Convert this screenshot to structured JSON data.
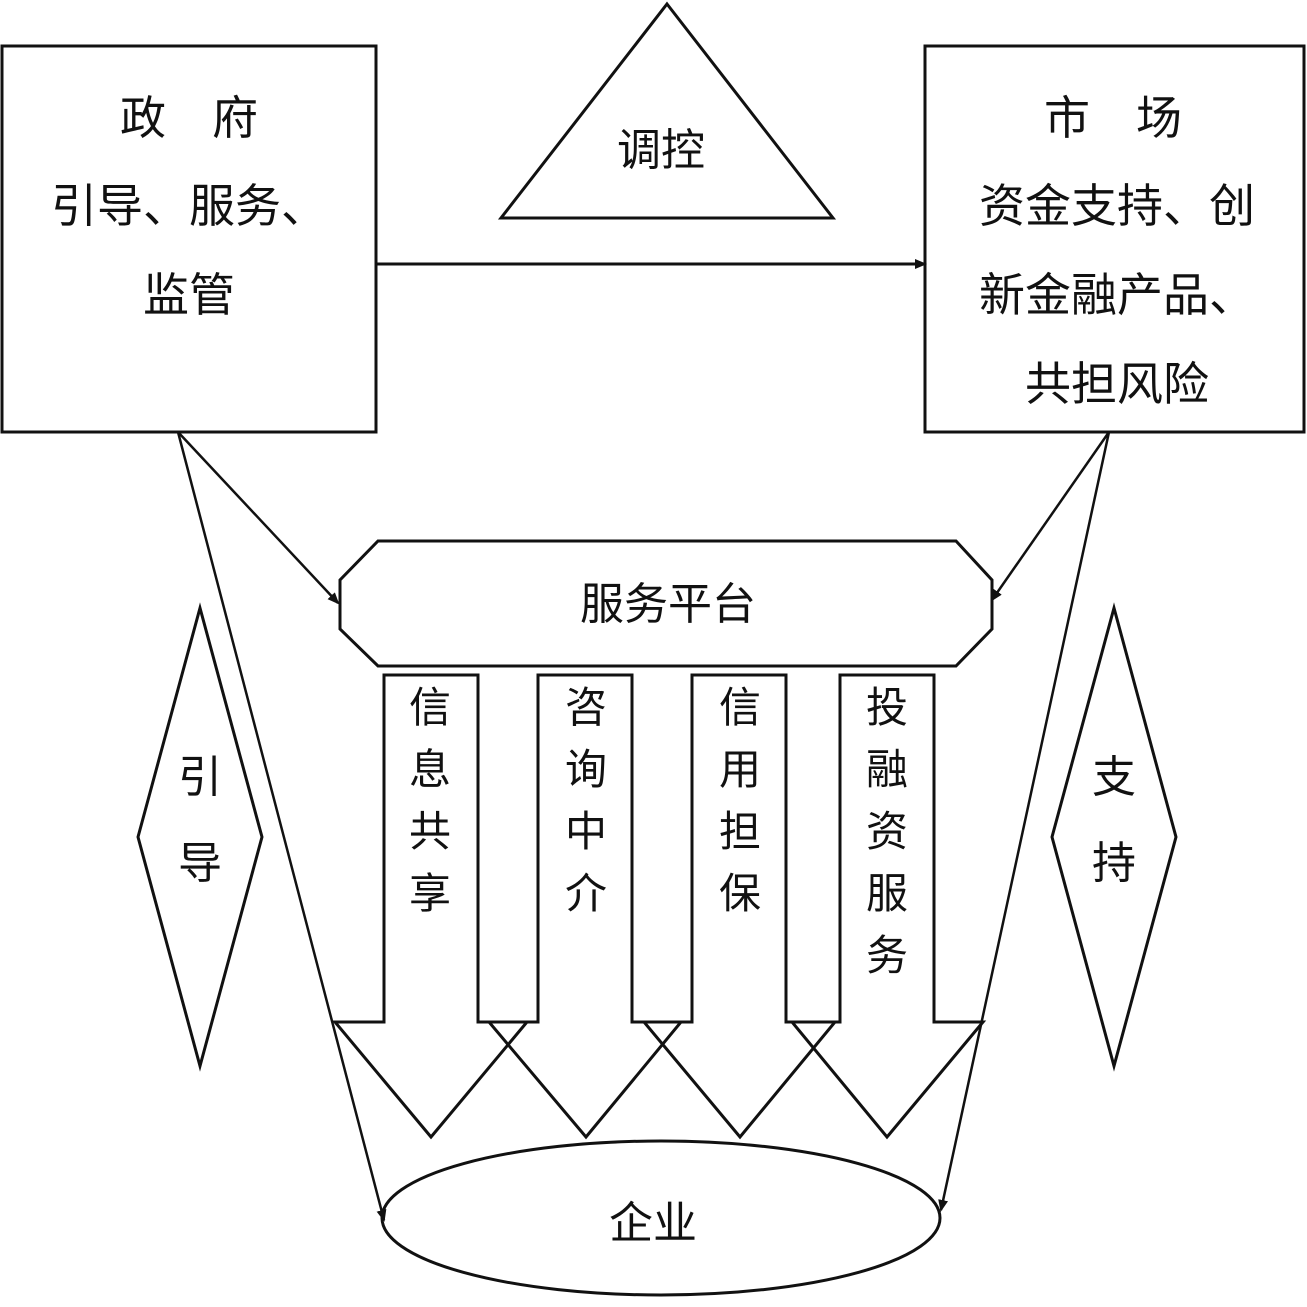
{
  "government": {
    "title": "政　府",
    "lines": [
      "引导、服务、",
      "监管"
    ]
  },
  "regulation": {
    "label": "调控"
  },
  "market": {
    "title": "市　场",
    "lines": [
      "资金支持、创",
      "新金融产品、",
      "共担风险"
    ]
  },
  "platform": {
    "label": "服务平台"
  },
  "services": [
    {
      "name": "info-sharing",
      "chars": [
        "信",
        "息",
        "共",
        "享"
      ]
    },
    {
      "name": "consulting-intermediary",
      "chars": [
        "咨",
        "询",
        "中",
        "介"
      ]
    },
    {
      "name": "credit-guarantee",
      "chars": [
        "信",
        "用",
        "担",
        "保"
      ]
    },
    {
      "name": "investment-financing-service",
      "chars": [
        "投",
        "融",
        "资",
        "服",
        "务"
      ]
    }
  ],
  "guide": {
    "chars": [
      "引",
      "导"
    ]
  },
  "support": {
    "chars": [
      "支",
      "持"
    ]
  },
  "enterprise": {
    "label": "企业"
  }
}
